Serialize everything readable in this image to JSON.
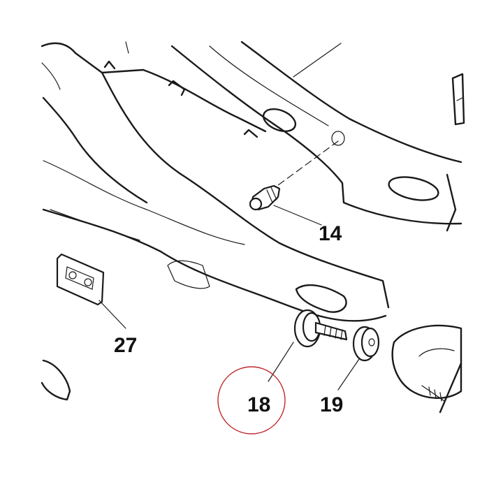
{
  "parts": [
    {
      "id": "14",
      "label": "14"
    },
    {
      "id": "27",
      "label": "27"
    },
    {
      "id": "18",
      "label": "18"
    },
    {
      "id": "19",
      "label": "19"
    }
  ],
  "highlight": {
    "part": "18",
    "color": "#c0282d"
  },
  "line_color": "#1a1a1a",
  "background": "#ffffff"
}
